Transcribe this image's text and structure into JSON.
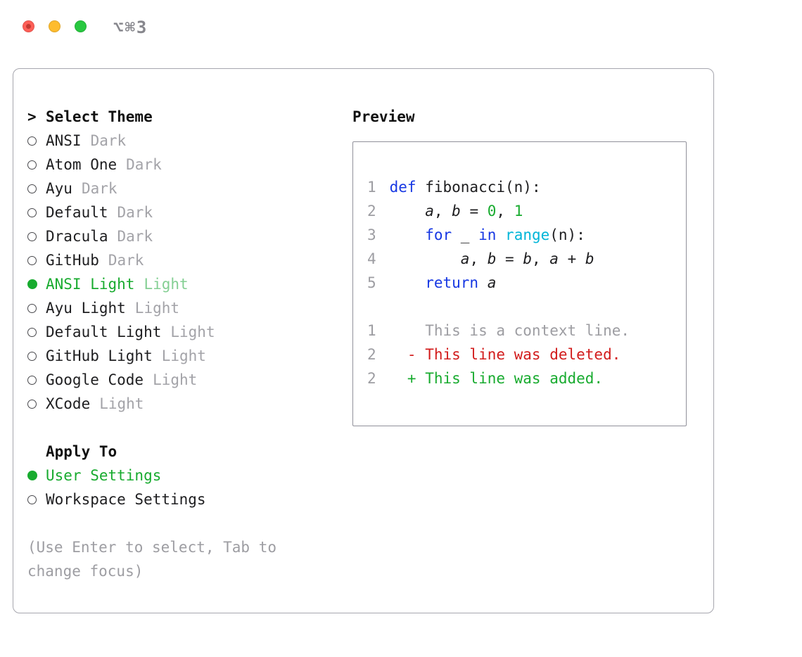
{
  "titlebar": {
    "shortcut": "⌥⌘3"
  },
  "panel": {
    "theme_selector": {
      "prompt": ">",
      "title": "Select Theme",
      "items": [
        {
          "name": "ANSI",
          "variant": "Dark",
          "selected": false
        },
        {
          "name": "Atom One",
          "variant": "Dark",
          "selected": false
        },
        {
          "name": "Ayu",
          "variant": "Dark",
          "selected": false
        },
        {
          "name": "Default",
          "variant": "Dark",
          "selected": false
        },
        {
          "name": "Dracula",
          "variant": "Dark",
          "selected": false
        },
        {
          "name": "GitHub",
          "variant": "Dark",
          "selected": false
        },
        {
          "name": "ANSI Light",
          "variant": "Light",
          "selected": true
        },
        {
          "name": "Ayu Light",
          "variant": "Light",
          "selected": false
        },
        {
          "name": "Default Light",
          "variant": "Light",
          "selected": false
        },
        {
          "name": "GitHub Light",
          "variant": "Light",
          "selected": false
        },
        {
          "name": "Google Code",
          "variant": "Light",
          "selected": false
        },
        {
          "name": "XCode",
          "variant": "Light",
          "selected": false
        }
      ]
    },
    "apply_to": {
      "title": "Apply To",
      "options": [
        {
          "label": "User Settings",
          "selected": true
        },
        {
          "label": "Workspace Settings",
          "selected": false
        }
      ]
    },
    "hint": "(Use Enter to select, Tab to change focus)",
    "preview": {
      "title": "Preview",
      "lines": [
        {
          "num": "1",
          "tokens": [
            [
              "def",
              "kw"
            ],
            [
              " fibonacci(n):",
              "p"
            ]
          ]
        },
        {
          "num": "2",
          "tokens": [
            [
              "    ",
              "p"
            ],
            [
              "a",
              "v"
            ],
            [
              ", ",
              "p"
            ],
            [
              "b",
              "v"
            ],
            [
              " = ",
              "p"
            ],
            [
              "0",
              "num"
            ],
            [
              ", ",
              "p"
            ],
            [
              "1",
              "num"
            ]
          ]
        },
        {
          "num": "3",
          "tokens": [
            [
              "    ",
              "p"
            ],
            [
              "for",
              "kw"
            ],
            [
              " _ ",
              "p"
            ],
            [
              "in",
              "kw"
            ],
            [
              " ",
              "p"
            ],
            [
              "range",
              "fn"
            ],
            [
              "(n):",
              "p"
            ]
          ]
        },
        {
          "num": "4",
          "tokens": [
            [
              "        ",
              "p"
            ],
            [
              "a",
              "v"
            ],
            [
              ", ",
              "p"
            ],
            [
              "b",
              "v"
            ],
            [
              " = ",
              "p"
            ],
            [
              "b",
              "v"
            ],
            [
              ", ",
              "p"
            ],
            [
              "a",
              "v"
            ],
            [
              " + ",
              "p"
            ],
            [
              "b",
              "v"
            ]
          ]
        },
        {
          "num": "5",
          "tokens": [
            [
              "    ",
              "p"
            ],
            [
              "return",
              "kw"
            ],
            [
              " ",
              "p"
            ],
            [
              "a",
              "v"
            ]
          ]
        },
        {
          "num": "",
          "tokens": []
        },
        {
          "num": "1",
          "tokens": [
            [
              "    This is a context line.",
              "ctx"
            ]
          ]
        },
        {
          "num": "2",
          "tokens": [
            [
              "  - This line was deleted.",
              "del"
            ]
          ]
        },
        {
          "num": "2",
          "tokens": [
            [
              "  + This line was added.",
              "add"
            ]
          ]
        }
      ]
    }
  },
  "colors": {
    "accent_green": "#18ab2f",
    "keyword_blue": "#1637e3",
    "function_cyan": "#00b5d8",
    "deleted_red": "#d21c1c",
    "muted_gray": "#9d9da2"
  }
}
